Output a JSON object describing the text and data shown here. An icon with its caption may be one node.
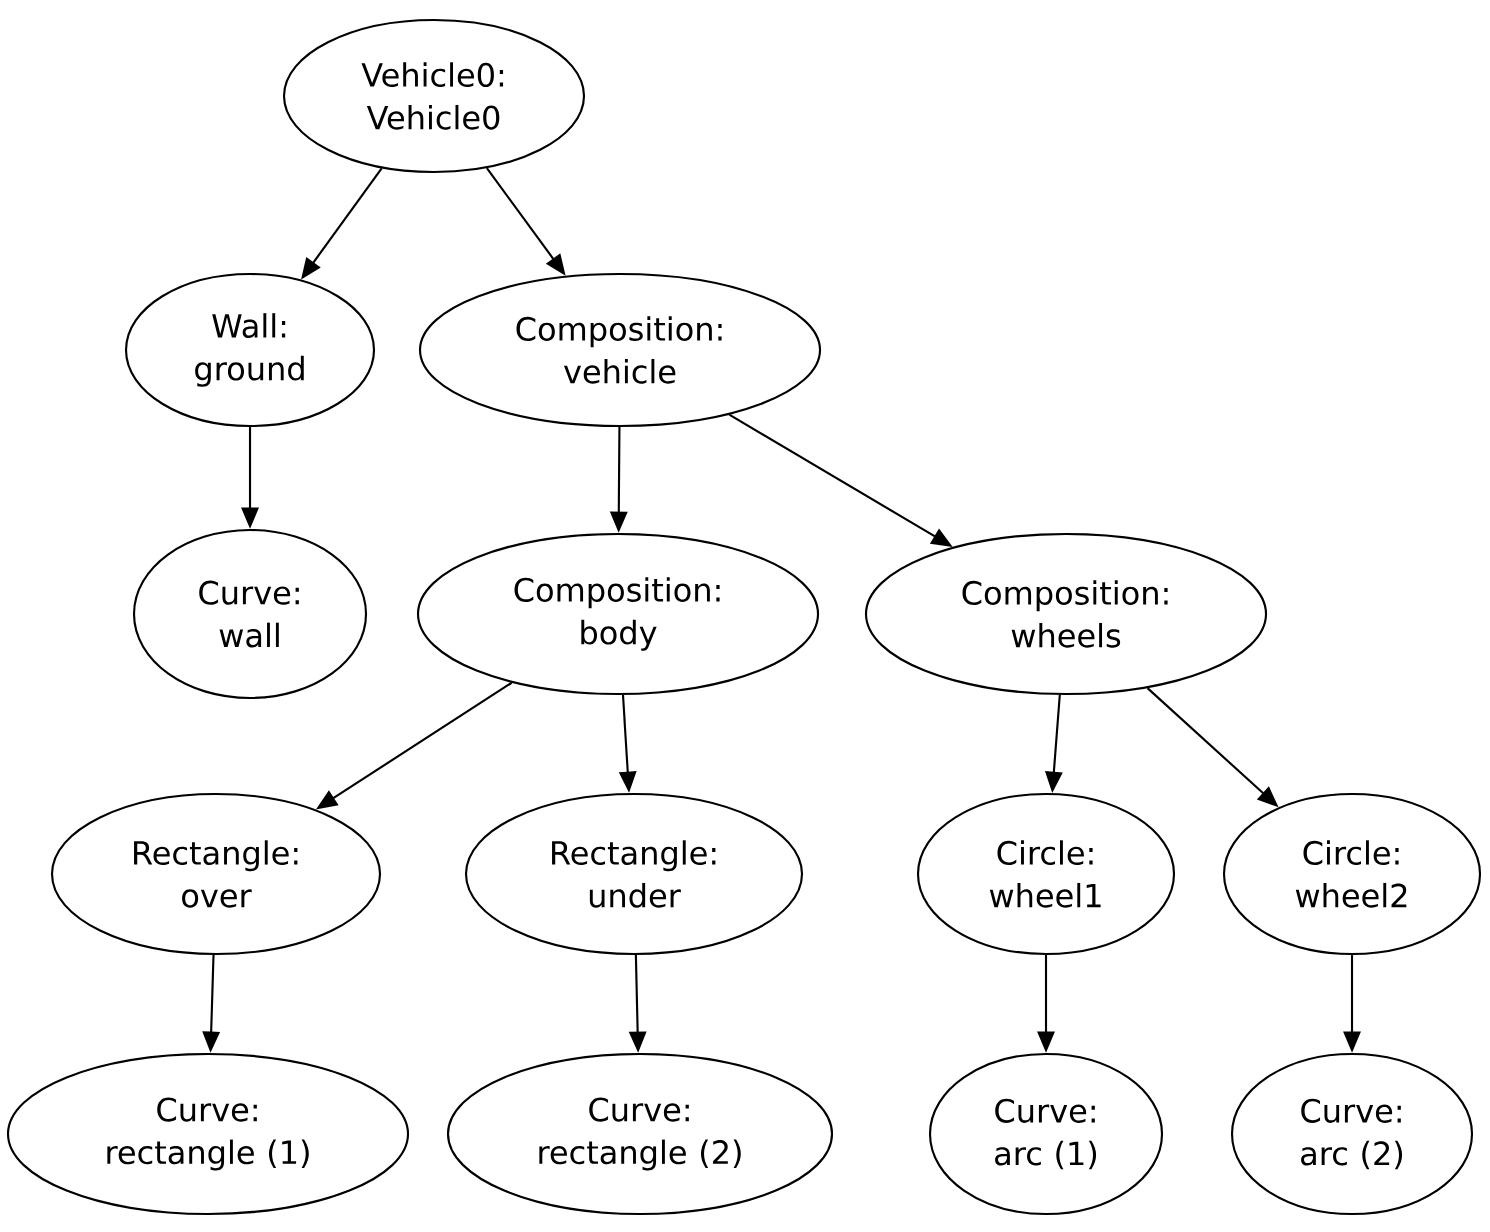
{
  "diagram": {
    "nodes": [
      {
        "text": [
          "Vehicle0: Vehicle0"
        ]
      },
      {
        "text": [
          "Wall: ground"
        ]
      },
      {
        "text": [
          "Composition: vehicle"
        ]
      },
      {
        "text": [
          "Curve: wall"
        ]
      },
      {
        "text": [
          "Composition: body"
        ]
      },
      {
        "text": [
          "Composition: wheels"
        ]
      },
      {
        "text": [
          "Rectangle: over"
        ]
      },
      {
        "text": [
          "Rectangle: under"
        ]
      },
      {
        "text": [
          "Circle: wheel1"
        ]
      },
      {
        "text": [
          "Circle: wheel2"
        ]
      },
      {
        "text": [
          "Curve: rectangle (1)"
        ]
      },
      {
        "text": [
          "Curve: rectangle (2)"
        ]
      },
      {
        "text": [
          "Curve: arc (1)"
        ]
      },
      {
        "text": [
          "Curve: arc (2)"
        ]
      }
    ],
    "edges": [
      {
        "from": 0,
        "to": 1,
        "arrow": "to"
      },
      {
        "from": 0,
        "to": 2,
        "arrow": "to"
      },
      {
        "from": 1,
        "to": 3,
        "arrow": "to"
      },
      {
        "from": 2,
        "to": 4,
        "arrow": "to"
      },
      {
        "from": 2,
        "to": 5,
        "arrow": "to"
      },
      {
        "from": 4,
        "to": 6,
        "arrow": "to"
      },
      {
        "from": 4,
        "to": 7,
        "arrow": "to"
      },
      {
        "from": 5,
        "to": 8,
        "arrow": "to"
      },
      {
        "from": 5,
        "to": 9,
        "arrow": "to"
      },
      {
        "from": 6,
        "to": 10,
        "arrow": "to"
      },
      {
        "from": 7,
        "to": 11,
        "arrow": "to"
      },
      {
        "from": 8,
        "to": 12,
        "arrow": "to"
      },
      {
        "from": 9,
        "to": 13,
        "arrow": "to"
      }
    ]
  }
}
